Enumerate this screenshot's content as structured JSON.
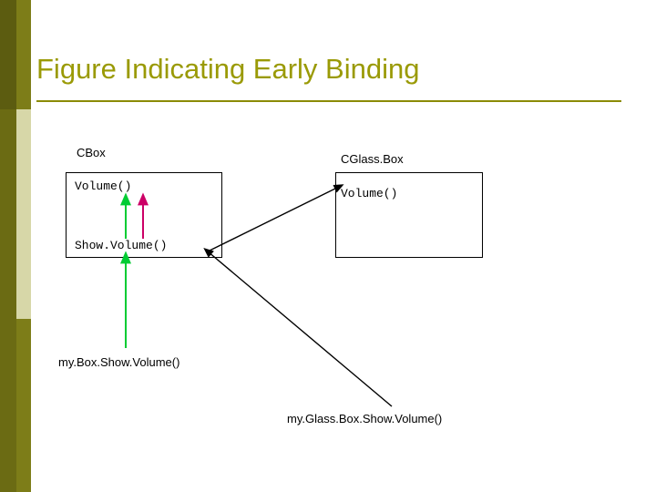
{
  "slide": {
    "title": "Figure Indicating Early Binding",
    "title_color": "#9a9a06",
    "background": "#ffffff"
  },
  "diagram": {
    "classes": [
      {
        "name": "CBox",
        "members": [
          "Volume()",
          "Show.Volume()"
        ]
      },
      {
        "name": "CGlass.Box",
        "members": [
          "Volume()"
        ]
      }
    ],
    "call_sites": [
      {
        "label": "my.Box.Show.Volume()"
      },
      {
        "label": "my.Glass.Box.Show.Volume()"
      }
    ],
    "arrows": [
      {
        "name": "green-arrow-up-to-volume",
        "color": "#00cc33",
        "from": "Show.Volume() body",
        "to": "CBox Volume()"
      },
      {
        "name": "magenta-arrow-up-to-volume",
        "color": "#cc0066",
        "from": "Show.Volume() inner",
        "to": "CBox Volume()"
      },
      {
        "name": "green-arrow-from-mybox-call",
        "color": "#00cc33",
        "from": "my.Box.Show.Volume()",
        "to": "CBox Show.Volume()"
      },
      {
        "name": "black-arrow-to-cglass-volume",
        "color": "#000000",
        "from": "CBox Show.Volume()",
        "to": "CGlass.Box Volume()"
      },
      {
        "name": "black-arrow-from-myglassbox-call",
        "color": "#000000",
        "from": "my.Glass.Box.Show.Volume()",
        "to": "CBox Show.Volume()"
      }
    ]
  }
}
